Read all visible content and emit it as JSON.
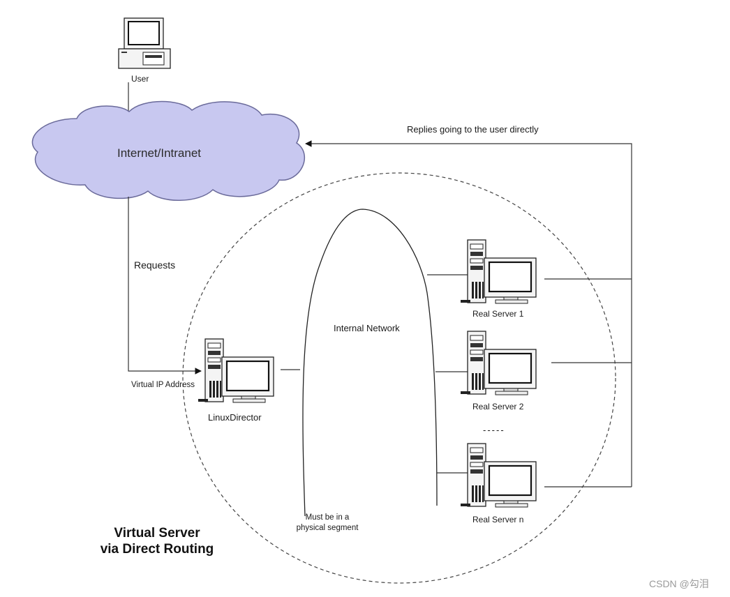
{
  "user": {
    "label": "User"
  },
  "cloud": {
    "label": "Internet/Intranet"
  },
  "flows": {
    "requests_label": "Requests",
    "replies_label": "Replies going to the user directly"
  },
  "director": {
    "vip_label": "Virtual IP Address",
    "name": "LinuxDirector"
  },
  "network": {
    "label": "Internal Network",
    "note_line1": "Must be in a",
    "note_line2": "physical segment"
  },
  "servers": [
    {
      "name": "Real Server 1"
    },
    {
      "name": "Real Server 2"
    },
    {
      "name": "Real Server n"
    }
  ],
  "ellipsis": "-----",
  "title": {
    "line1": "Virtual Server",
    "line2": "via Direct Routing"
  },
  "watermark": "CSDN @勾泪",
  "colors": {
    "cloud_fill": "#c8c8f0",
    "cloud_stroke": "#6a6a9a",
    "line": "#333333"
  }
}
